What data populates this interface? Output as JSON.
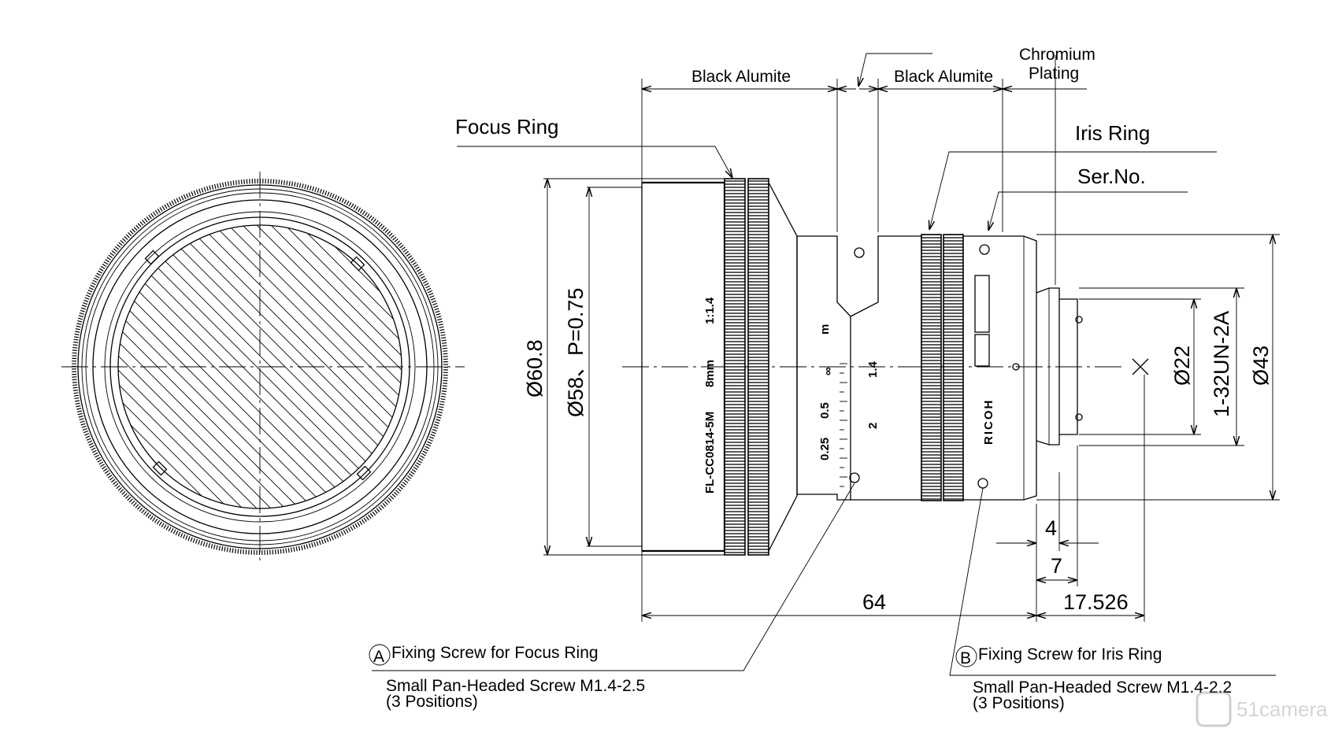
{
  "labels": {
    "black_alumite_left": "Black Alumite",
    "black_alumite_right": "Black Alumite",
    "chromium_line1": "Chromium",
    "chromium_line2": "Plating",
    "focus_ring": "Focus Ring",
    "iris_ring": "Iris Ring",
    "ser_no": "Ser.No."
  },
  "dimensions": {
    "d608": "Ø60.8",
    "d58": "Ø58、P=0.75",
    "d22": "Ø22",
    "thread": "1-32UN-2A",
    "d43": "Ø43",
    "len64": "64",
    "len4": "4",
    "len7": "7",
    "len17": "17.526"
  },
  "lens_markings": {
    "model": "FL-CC0814-5M",
    "focal": "8mm",
    "aperture_ratio": "1:1.4",
    "brand": "RICOH",
    "distance_inf": "∞",
    "distance_05": "0.5",
    "distance_025": "0.25",
    "distance_unit": "m",
    "iris_14": "1.4",
    "iris_2": "2"
  },
  "notes": {
    "a_marker": "A",
    "a_title": "Fixing Screw for Focus Ring",
    "a_detail": "Small Pan-Headed Screw M1.4-2.5",
    "a_positions": "(3 Positions)",
    "b_marker": "B",
    "b_title": "Fixing Screw for Iris Ring",
    "b_detail": "Small Pan-Headed Screw M1.4-2.2",
    "b_positions": "(3 Positions)"
  },
  "watermark": {
    "text": "51camera"
  }
}
